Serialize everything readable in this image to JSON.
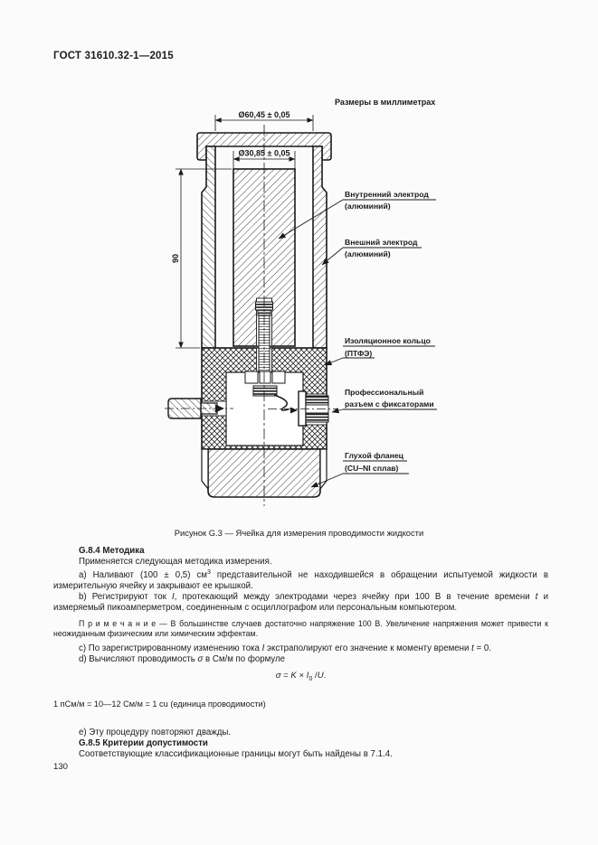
{
  "colors": {
    "ink": "#1a1a1a",
    "paper": "#fbfbfb"
  },
  "page": {
    "header": "ГОСТ 31610.32-1—2015",
    "page_number": "130"
  },
  "figure": {
    "units_note": "Размеры в миллиметрах",
    "caption": "Рисунок G.3 — Ячейка для измерения проводимости жидкости",
    "dimensions": {
      "outer_diameter": "Ø60,45 ± 0,05",
      "inner_diameter": "Ø30,85 ± 0,05",
      "height": "90"
    },
    "labels": {
      "inner_electrode": {
        "line1": "Внутренний электрод",
        "line2": "(алюминий)"
      },
      "outer_electrode": {
        "line1": "Внешний электрод",
        "line2": "(алюминий)"
      },
      "insulating_ring": {
        "line1": "Изоляционное кольцо",
        "line2": "(ПТФЭ)"
      },
      "connector": {
        "line1": "Профессиональный",
        "line2": "разъем с фиксаторами"
      },
      "blind_flange": {
        "line1": "Глухой фланец",
        "line2": "(CU–NI сплав)"
      }
    }
  },
  "body": {
    "s1_heading": "G.8.4 Методика",
    "s1_intro": "Применяется следующая методика измерения.",
    "item_a": {
      "pre": "a) Наливают (100 ± 0,5) см",
      "sup": "3",
      "post": " представительной не находившейся в обращении испытуемой жидкости в измерительную ячейку и закрывают ее крышкой."
    },
    "item_b": {
      "p1": "b) Регистрируют ток ",
      "i1": "I",
      "p2": ", протекающий между электродами через ячейку при 100 В в течение времени ",
      "i2": "t",
      "p3": " и измеряемый пикоамперметром, соединенным с осциллографом или персональным компьютером."
    },
    "note": {
      "label": "П р и м е ч а н и е",
      "text": " — В большинстве случаев достаточно напряжение 100 В. Увеличение напряжения может привести к неожиданным физическим или химическим эффектам."
    },
    "item_c": {
      "p1": "c) По зарегистрированному изменению тока ",
      "i1": "I",
      "p2": " экстраполируют его значение к моменту времени ",
      "i2": "t",
      "p3": " = 0."
    },
    "item_d": {
      "p1": "d) Вычисляют проводимость ",
      "i1": "σ",
      "p2": " в См/м по формуле"
    },
    "formula": {
      "i1": "σ",
      "p1": " = ",
      "i2": "K",
      "p2": " × ",
      "i3": "I",
      "sub": "0",
      "p3": " /",
      "i4": "U",
      "p4": "."
    },
    "unit_note": "1 пСм/м = 10—12 См/м = 1 cu (единица проводимости)",
    "item_e": "e) Эту процедуру повторяют дважды.",
    "s2_heading": "G.8.5 Критерии допустимости",
    "s2_text": "Соответствующие классификационные границы могут быть найдены в 7.1.4."
  }
}
